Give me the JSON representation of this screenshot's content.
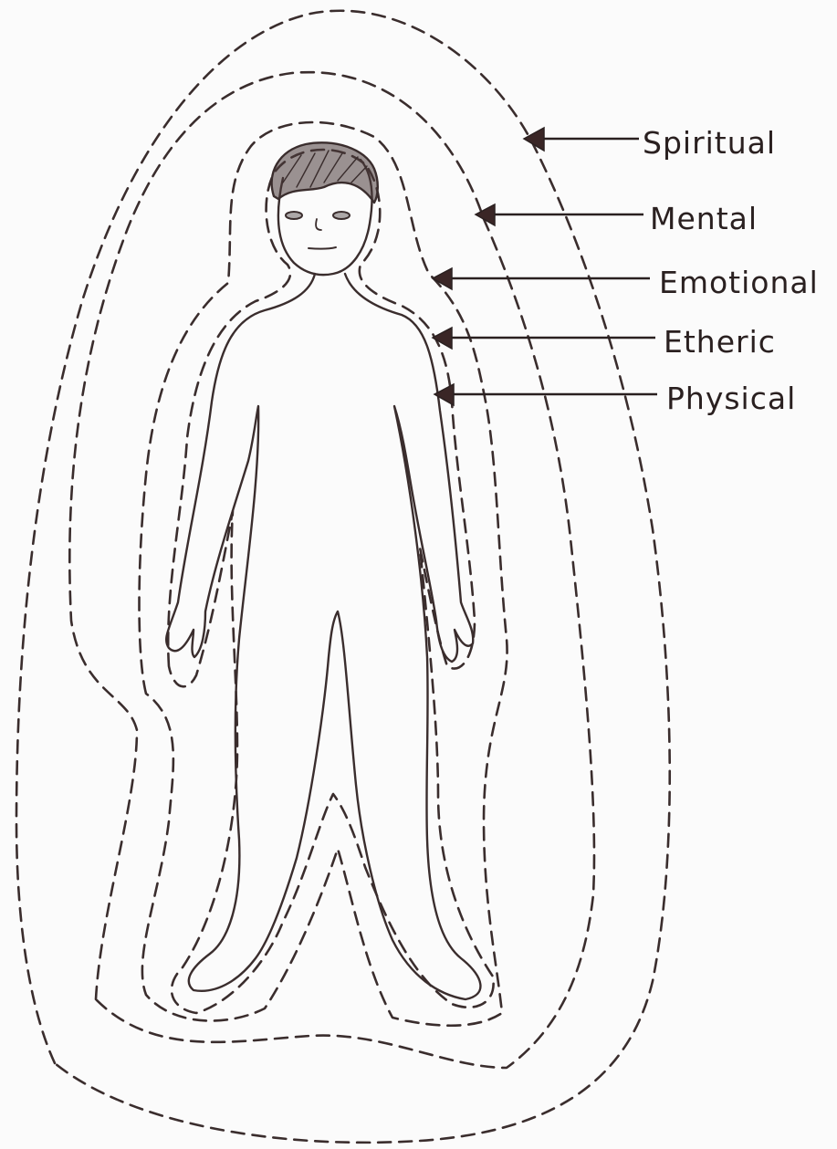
{
  "labels": {
    "spiritual": "Spiritual",
    "mental": "Mental",
    "emotional": "Emotional",
    "etheric": "Etheric",
    "physical": "Physical"
  },
  "colors": {
    "ink": "#3a2d2d",
    "paper": "#fbfbfb"
  }
}
